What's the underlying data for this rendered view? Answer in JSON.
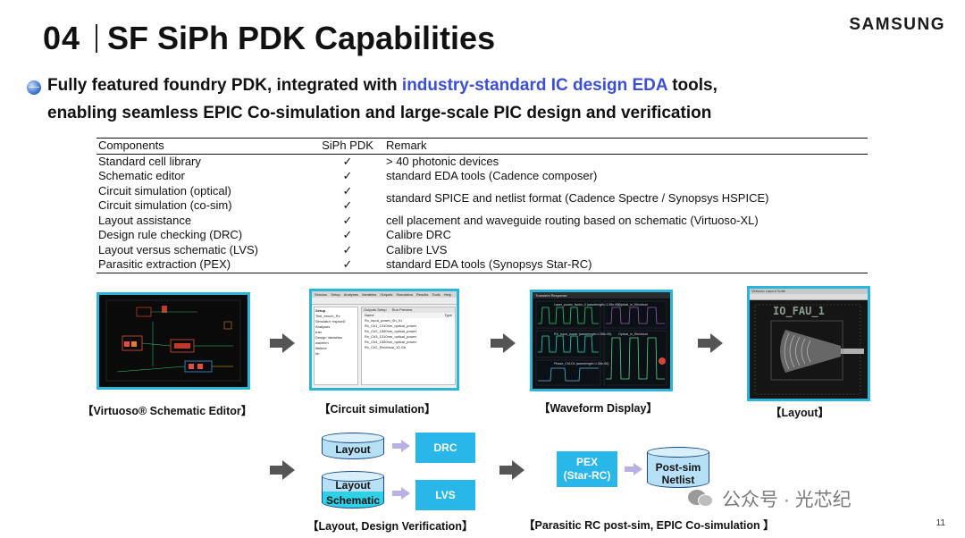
{
  "header": {
    "slide_number": "04",
    "title": "SF SiPh PDK Capabilities",
    "brand": "SAMSUNG"
  },
  "bullet": {
    "line1_pre": "Fully featured foundry PDK, integrated with ",
    "line1_highlight": "industry-standard IC design EDA",
    "line1_post": " tools,",
    "line2": "enabling seamless EPIC Co-simulation and large-scale PIC design and verification",
    "highlight_color": "#3a4fd6"
  },
  "table": {
    "headers": [
      "Components",
      "SiPh PDK",
      "Remark"
    ],
    "rows": [
      {
        "component": "Standard cell library",
        "check": "✓",
        "remark": "> 40 photonic devices"
      },
      {
        "component": "Schematic editor",
        "check": "✓",
        "remark": "standard EDA tools (Cadence composer)"
      },
      {
        "component": "Circuit simulation (optical)",
        "check": "✓",
        "remark": "standard SPICE and netlist format (Cadence Spectre / Synopsys HSPICE)"
      },
      {
        "component": "Circuit simulation (co-sim)",
        "check": "✓",
        "remark": ""
      },
      {
        "component": "Layout assistance",
        "check": "✓",
        "remark": "cell placement and waveguide routing based on schematic (Virtuoso-XL)"
      },
      {
        "component": "Design rule checking (DRC)",
        "check": "✓",
        "remark": "Calibre DRC"
      },
      {
        "component": "Layout versus schematic (LVS)",
        "check": "✓",
        "remark": "Calibre LVS"
      },
      {
        "component": "Parasitic extraction (PEX)",
        "check": "✓",
        "remark": "standard EDA tools (Synopsys Star-RC)"
      }
    ]
  },
  "flow": {
    "captions": {
      "schematic": "【Virtuoso® Schematic Editor】",
      "circuit": "【Circuit simulation】",
      "waveform": "【Waveform Display】",
      "layout": "【Layout】",
      "verification": "【Layout, Design Verification】",
      "postsim": "【Parasitic RC post-sim, EPIC Co-simulation 】"
    },
    "shot_waveform": {
      "window_title": "Transient Response",
      "label1": "Laser_power_factor_0 (wavelength=1.55e-06)",
      "label2": "RX_input_power (wavelength=1.55e-06)",
      "label3": "Phase_Ch1O1 (wavelength=1.55e-06)",
      "label4": "Optical_in_Electrical",
      "label5": "Optical_in_Electrical"
    },
    "shot_layout": {
      "window_title": "Virtuoso Layout Suite",
      "cell_name": "IO_FAU_1"
    },
    "shot_circuit": {
      "menu": [
        "Session",
        "Setup",
        "Analyses",
        "Variables",
        "Outputs",
        "Simulation",
        "Results",
        "Tools",
        "Help"
      ],
      "panel_title": "Setup",
      "tab1": "Outputs Setup",
      "tab2": "Run Preview",
      "col_name": "Name",
      "col_type": "Type",
      "rows": [
        "Test_bench_Rx",
        "Simulator: hspiceD",
        "Analyses",
        "tran",
        "Design Variables",
        "wavelen",
        "lifetime",
        "hb"
      ],
      "out_rows": [
        "Rx_input_power_0h_01",
        "Rx_Ch1_1310nm_optical_power",
        "Rx_Ch2_1550nm_optical_power",
        "Rx_Ch3_1310nm_optical_power",
        "Rx_Ch4_1550nm_optical_power",
        "Rx_Ch2_Electrical_10 Gb"
      ]
    },
    "verify": {
      "layout_db": "Layout",
      "layout_db2": "Layout",
      "schematic_db": "Schematic",
      "drc": "DRC",
      "lvs": "LVS"
    },
    "postsim": {
      "pex_line1": "PEX",
      "pex_line2": "(Star-RC)",
      "netlist_line1": "Post-sim",
      "netlist_line2": "Netlist"
    }
  },
  "watermark": "公众号 · 光芯纪",
  "page_number": "11",
  "colors": {
    "accent_cyan": "#29b6d8",
    "box_blue": "#29b6e8",
    "db_fill": "#b6e0f5",
    "arrow_gray": "#555555"
  }
}
